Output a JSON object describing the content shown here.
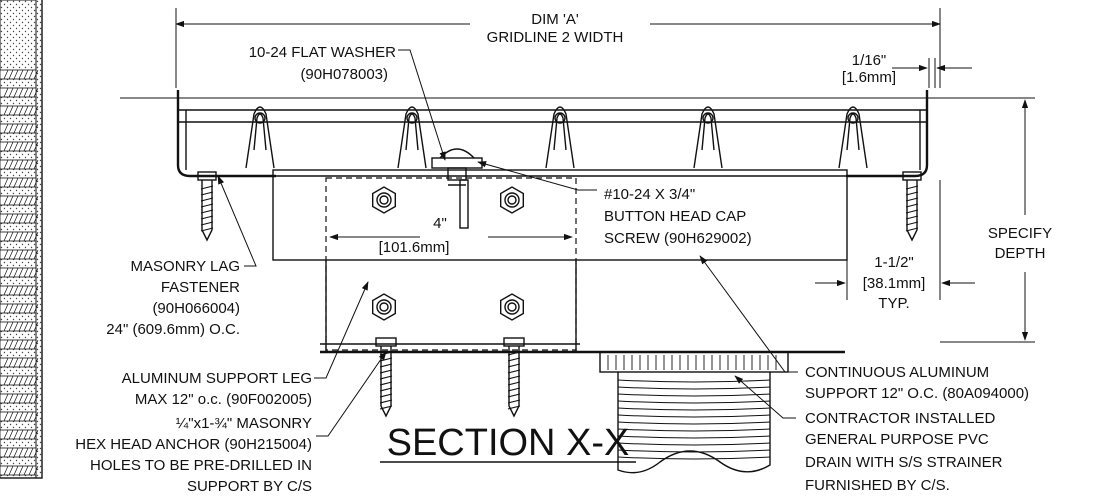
{
  "section_title": "SECTION X-X",
  "dimensions": {
    "dim_a_line1": "DIM 'A'",
    "dim_a_line2": "GRIDLINE 2 WIDTH",
    "gap_line1": "1/16\"",
    "gap_line2": "[1.6mm]",
    "depth_line1": "SPECIFY",
    "depth_line2": "DEPTH",
    "spacing_line1": "4\"",
    "spacing_line2": "[101.6mm]",
    "edge_line1": "1-1/2\"",
    "edge_line2": "[38.1mm]",
    "edge_line3": "TYP."
  },
  "callouts": {
    "washer_line1": "10-24 FLAT WASHER",
    "washer_line2": "(90H078003)",
    "screw_line1": "#10-24 X 3/4\"",
    "screw_line2": "BUTTON HEAD CAP",
    "screw_line3": "SCREW (90H629002)",
    "lag_line1": "MASONRY LAG",
    "lag_line2": "FASTENER",
    "lag_line3": "(90H066004)",
    "lag_line4": "24\" (609.6mm) O.C.",
    "leg_line1": "ALUMINUM SUPPORT LEG",
    "leg_line2": "MAX 12\" o.c. (90F002005)",
    "anchor_line1": "¼\"x1-¾\" MASONRY",
    "anchor_line2": "HEX HEAD ANCHOR (90H215004)",
    "anchor_line3": "HOLES TO BE PRE-DRILLED IN",
    "anchor_line4": "SUPPORT BY C/S",
    "support_line1": "CONTINUOUS ALUMINUM",
    "support_line2": "SUPPORT 12\" O.C. (80A094000)",
    "drain_line1": "CONTRACTOR INSTALLED",
    "drain_line2": "GENERAL PURPOSE PVC",
    "drain_line3": "DRAIN WITH S/S STRAINER",
    "drain_line4": "FURNISHED BY C/S."
  }
}
